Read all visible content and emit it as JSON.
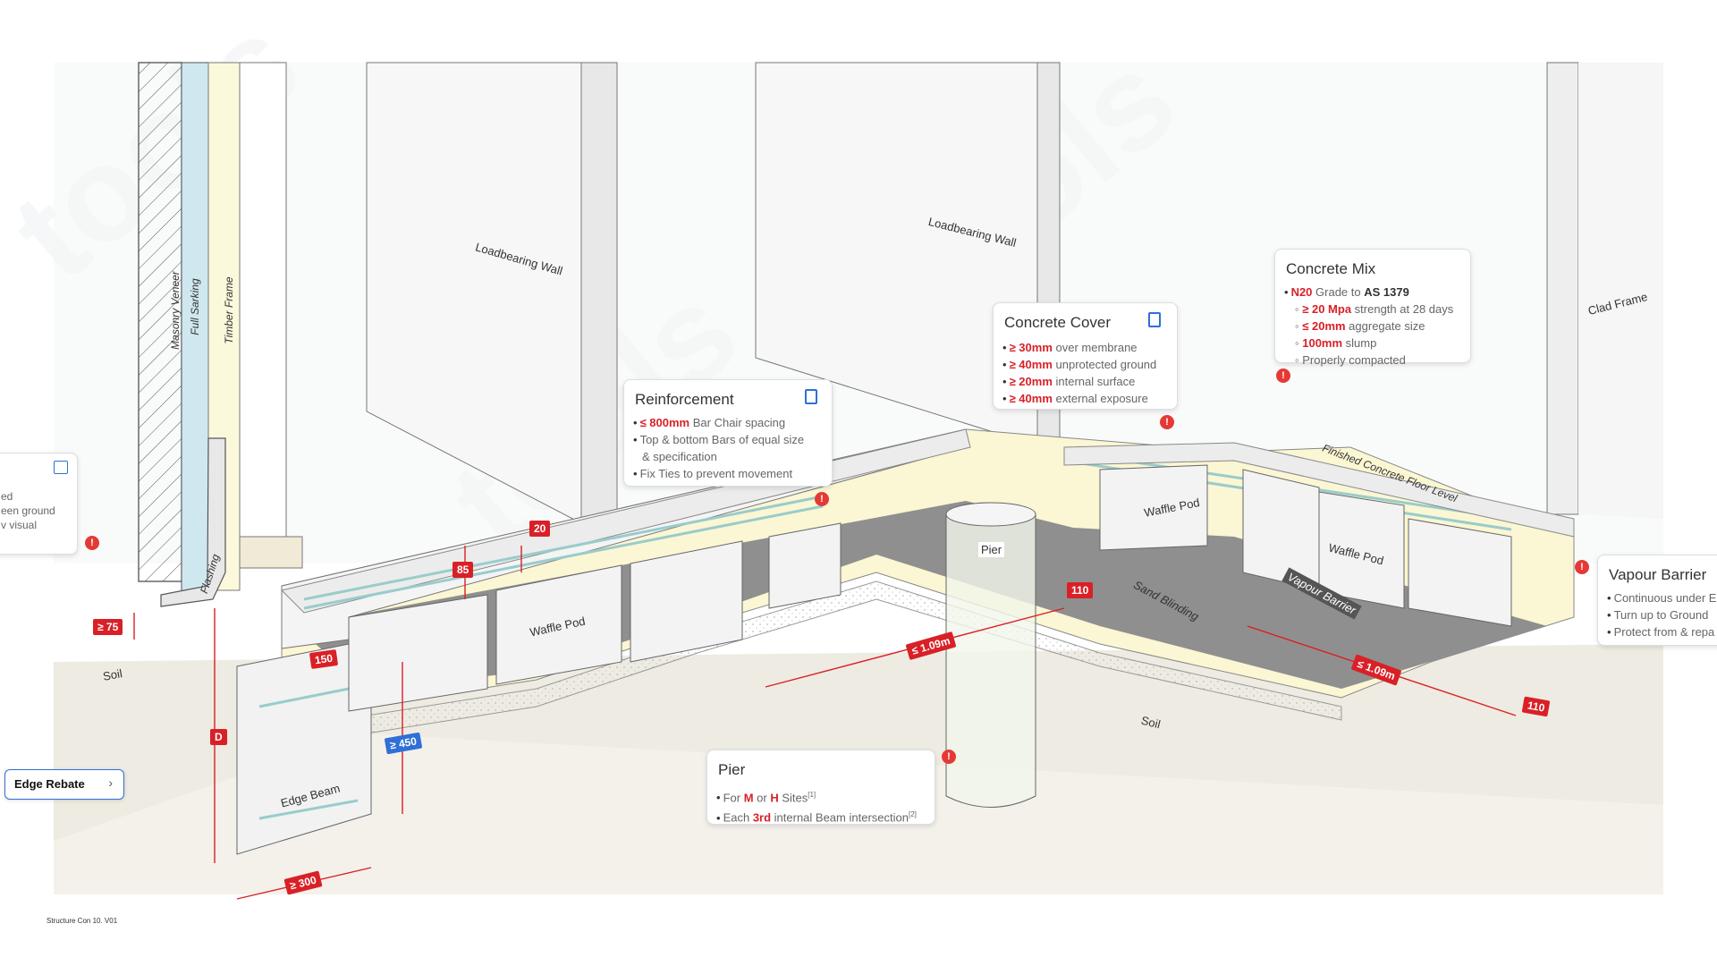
{
  "labels": {
    "masonry_veneer": "Masonry Veneer",
    "full_sarking": "Full Sarking",
    "timber_frame": "Timber Frame",
    "flashing": "Flashing",
    "loadbearing_wall_1": "Loadbearing Wall",
    "loadbearing_wall_2": "Loadbearing Wall",
    "clad_frame": "Clad Frame",
    "finished_floor": "Finished Concrete Floor Level",
    "waffle_pod_1": "Waffle Pod",
    "waffle_pod_2": "Waffle Pod",
    "waffle_pod_3": "Waffle Pod",
    "pier_label": "Pier",
    "sand_blinding": "Sand Blinding",
    "vapour_barrier": "Vapour Barrier",
    "soil_1": "Soil",
    "soil_2": "Soil",
    "edge_beam": "Edge Beam"
  },
  "dimensions": {
    "d75": "≥ 75",
    "d85": "85",
    "d20": "20",
    "d150": "150",
    "dD": "D",
    "d450": "≥ 450",
    "d300": "≥ 300",
    "d110a": "110",
    "d109a": "≤ 1.09m",
    "d109b": "≤ 1.09m",
    "d110b": "110"
  },
  "cards": {
    "left": {
      "lines": [
        "ed",
        "een ground",
        "v visual"
      ]
    },
    "reinforcement": {
      "title": "Reinforcement",
      "items": [
        {
          "bold": "≤ 800mm",
          "text": " Bar Chair spacing"
        },
        {
          "bold": "",
          "text": "Top & bottom Bars of equal size"
        },
        {
          "bold": "",
          "text": "& specification"
        },
        {
          "bold": "",
          "text": "Fix Ties to prevent movement"
        }
      ]
    },
    "cover": {
      "title": "Concrete Cover",
      "items": [
        {
          "bold": "≥ 30mm",
          "text": " over membrane"
        },
        {
          "bold": "≥ 40mm",
          "text": " unprotected ground"
        },
        {
          "bold": "≥ 20mm",
          "text": " internal surface"
        },
        {
          "bold": "≥ 40mm",
          "text": " external exposure"
        }
      ]
    },
    "mix": {
      "title": "Concrete Mix",
      "l1_red": "N20",
      "l1_mid": " Grade to ",
      "l1_bold": "AS 1379",
      "subs": [
        {
          "bold": "≥ 20 Mpa",
          "text": " strength at 28 days"
        },
        {
          "bold": "≤ 20mm",
          "text": " aggregate size"
        },
        {
          "bold": "100mm",
          "text": " slump"
        },
        {
          "bold": "",
          "text": "Properly compacted"
        }
      ]
    },
    "pier": {
      "title": "Pier",
      "l1_a": "For ",
      "l1_m": "M",
      "l1_or": " or ",
      "l1_h": "H",
      "l1_b": " Sites",
      "l1_sup": "[1]",
      "l2_a": "Each ",
      "l2_r": "3rd",
      "l2_b": " internal Beam intersection",
      "l2_sup": "[2]"
    },
    "vapour": {
      "title": "Vapour Barrier",
      "items": [
        "Continuous under E",
        "Turn up to Ground",
        "Protect from & repa"
      ]
    }
  },
  "edge_button": {
    "label": "Edge Rebate",
    "chevron": "›"
  },
  "footer": "Structure Con 10. V01",
  "watermark": "tools",
  "colors": {
    "accent_red": "#d92027",
    "accent_blue": "#2f6fd6",
    "slab_grey": "#8f8f8f",
    "sand": "#fbf6d3"
  }
}
